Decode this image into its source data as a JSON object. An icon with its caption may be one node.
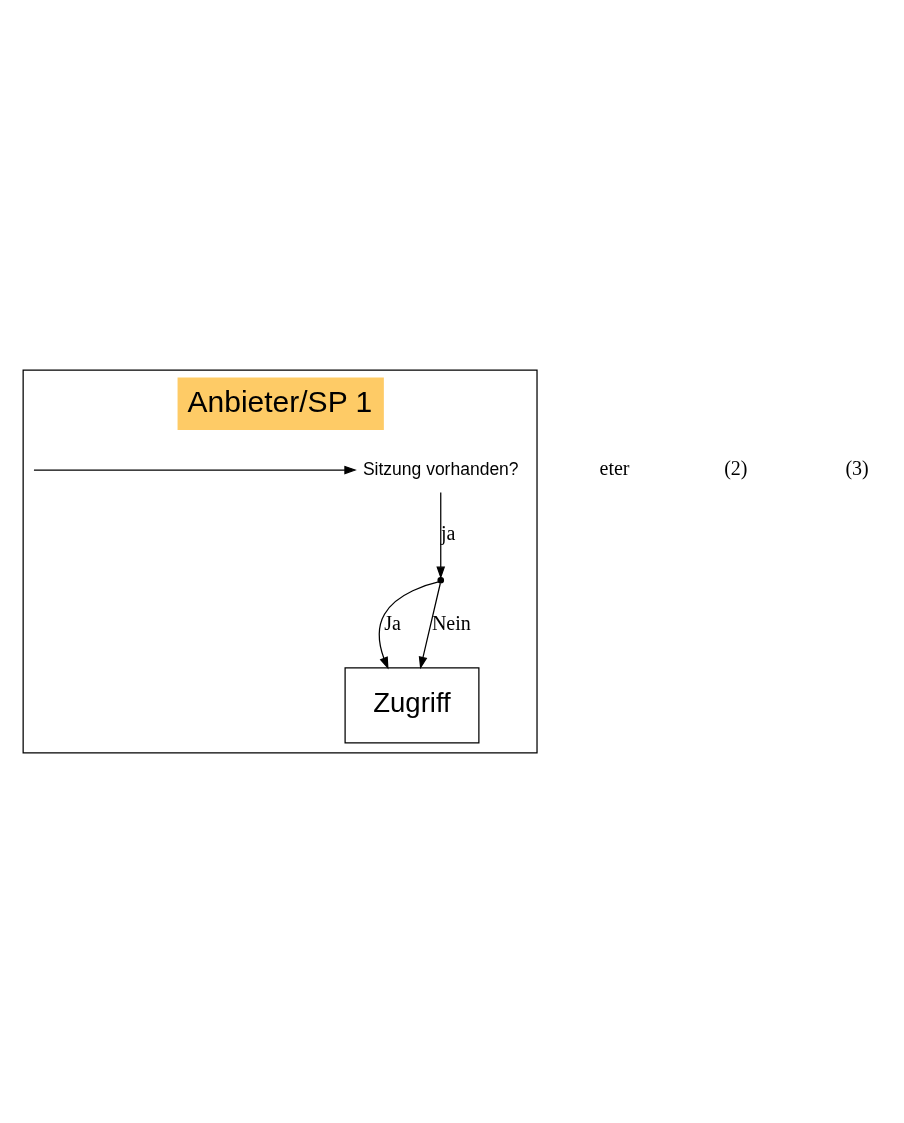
{
  "diagram": {
    "nodes": [
      {
        "text": [
          "Anbieter/SP 1"
        ]
      },
      {
        "text": [
          "Sitzung vorhanden?"
        ],
        "in": 0
      },
      {
        "text": [],
        "shape": "point",
        "in": 0
      },
      {
        "text": [
          "Zugriff"
        ],
        "in": 0
      }
    ],
    "edges": [
      {
        "from": null,
        "to": 1,
        "arrow": "to"
      },
      {
        "from": 1,
        "to": 2,
        "arrow": "to",
        "label": "ja"
      },
      {
        "from": 2,
        "to": 3,
        "arrow": "to",
        "label": "Ja"
      },
      {
        "from": 2,
        "to": 3,
        "arrow": "to",
        "label": "Nein"
      }
    ],
    "labels": [
      "eter",
      "(2)",
      "(3)"
    ]
  }
}
